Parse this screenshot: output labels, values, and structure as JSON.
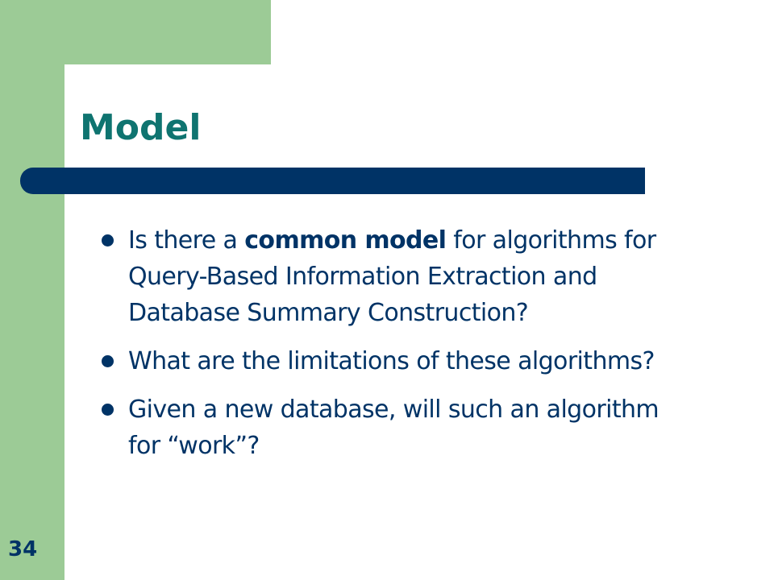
{
  "slide": {
    "title": "Model",
    "number": "34",
    "colors": {
      "accent_green": "#9ccb96",
      "title_teal": "#0f7470",
      "navy": "#003366",
      "background": "#ffffff"
    },
    "bullets": [
      {
        "before": "Is there a ",
        "bold": "common model",
        "after": " for algorithms for Query-Based Information Extraction and Database Summary Construction?"
      },
      {
        "text": "What are the limitations of these algorithms?"
      },
      {
        "text": "Given a new database, will such an algorithm for “work”?"
      }
    ]
  }
}
